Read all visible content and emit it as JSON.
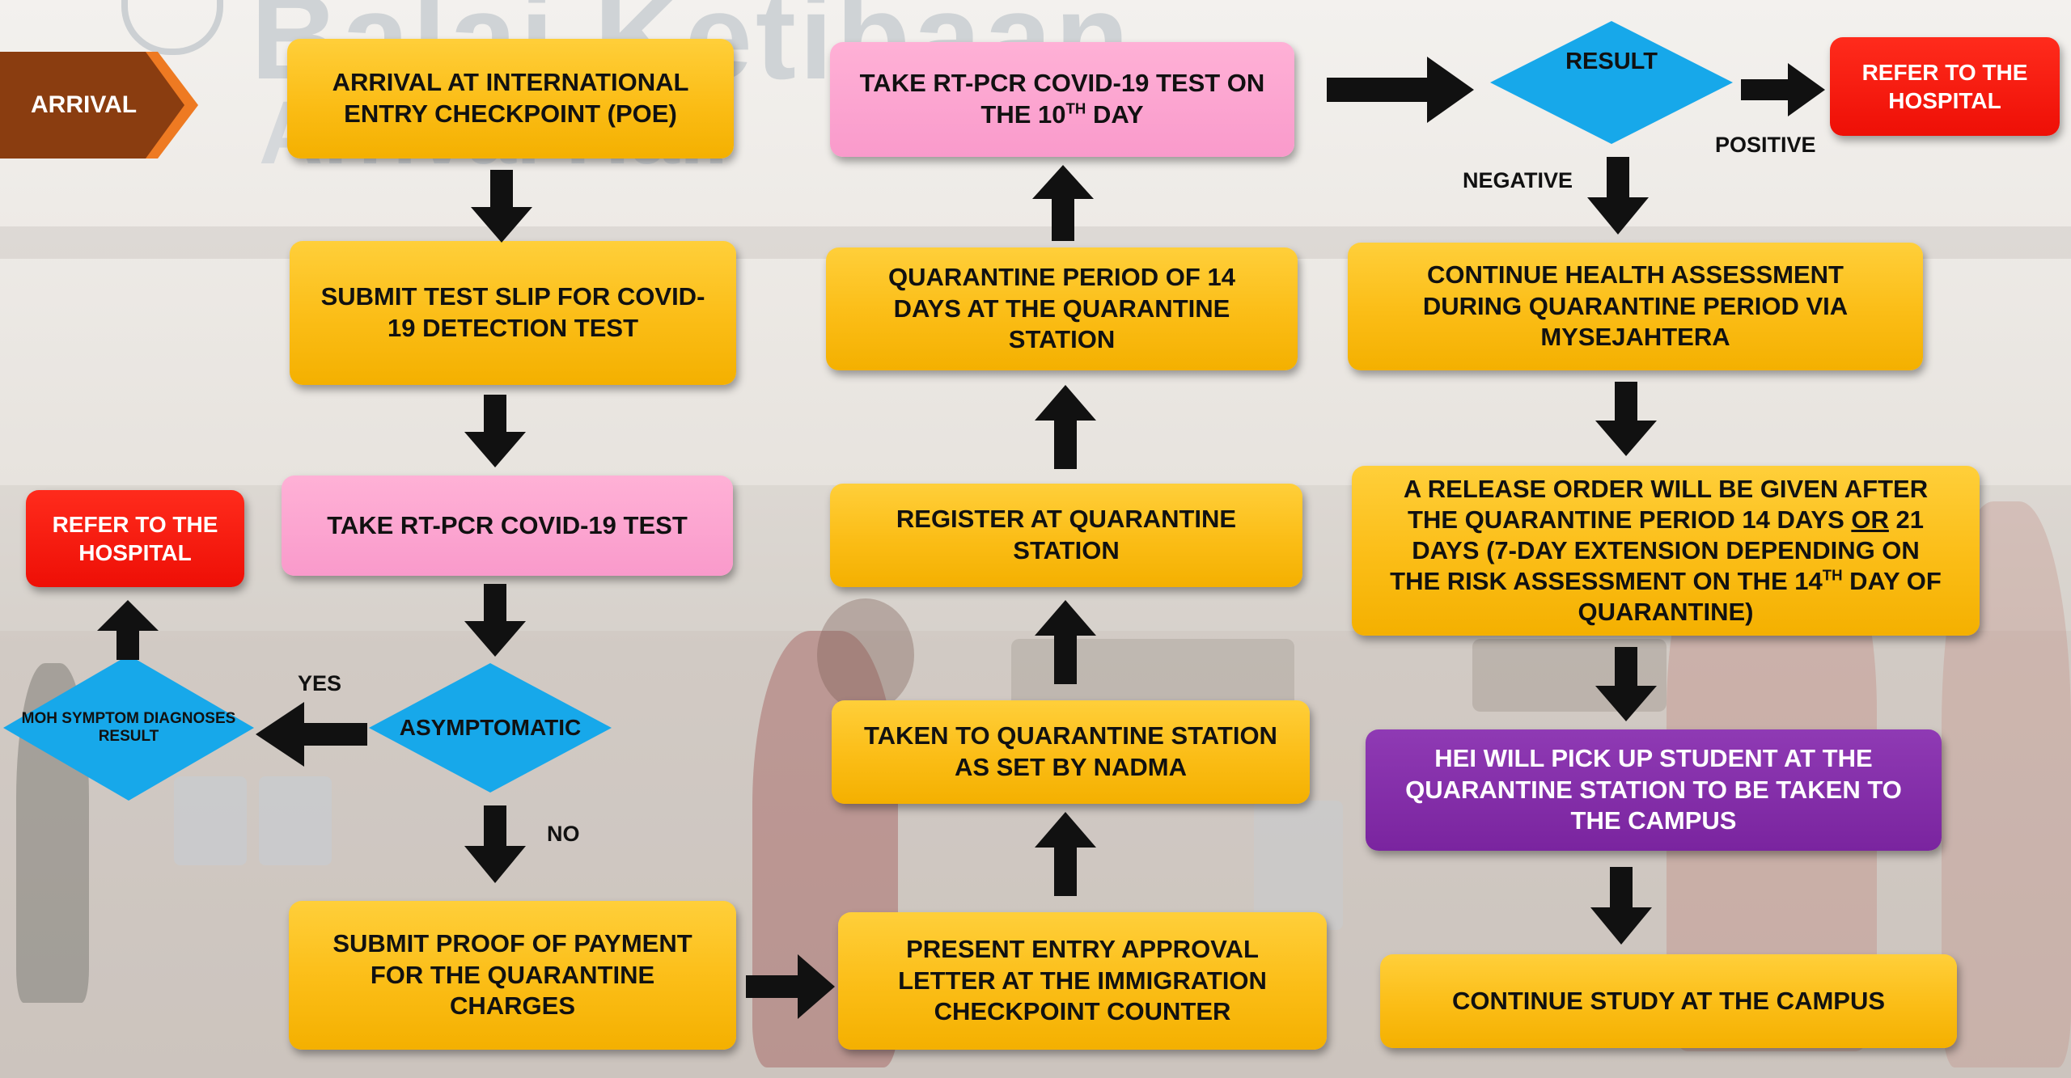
{
  "background": {
    "sign_line1": "Balai Ketibaan",
    "sign_line2": "Arrival Hall"
  },
  "arrival_tag": "ARRIVAL",
  "left_column": {
    "box_poe": [
      "ARRIVAL AT INTERNATIONAL",
      "ENTRY CHECKPOINT (POE)"
    ],
    "box_slip": [
      "SUBMIT TEST SLIP FOR COVID-",
      "19 DETECTION TEST"
    ],
    "box_rtpcr": "TAKE RT-PCR COVID-19 TEST",
    "diamond_asymptomatic": "ASYMPTOMATIC",
    "label_yes": "YES",
    "label_no": "NO",
    "diamond_moh": [
      "MOH",
      "SYMPTOM",
      "DIAGNOSES",
      "RESULT"
    ],
    "refer_hospital_left": [
      "REFER TO THE",
      "HOSPITAL"
    ],
    "box_payment": [
      "SUBMIT PROOF OF PAYMENT",
      "FOR THE QUARANTINE",
      "CHARGES"
    ]
  },
  "middle_column": {
    "box_entry": [
      "PRESENT ENTRY APPROVAL",
      "LETTER AT THE IMMIGRATION",
      "CHECKPOINT COUNTER"
    ],
    "box_taken": [
      "TAKEN TO QUARANTINE STATION",
      "AS SET BY NADMA"
    ],
    "box_register": [
      "REGISTER AT QUARANTINE",
      "STATION"
    ],
    "box_period": [
      "QUARANTINE PERIOD OF 14",
      "DAYS AT THE QUARANTINE",
      "STATION"
    ],
    "box_10th_line1": "TAKE RT-PCR COVID-19 TEST ON",
    "box_10th_pre": "THE 10",
    "box_10th_sup": "TH",
    "box_10th_post": " DAY"
  },
  "right_column": {
    "diamond_result": "RESULT",
    "label_positive": "POSITIVE",
    "label_negative": "NEGATIVE",
    "refer_hospital_right": [
      "REFER TO THE",
      "HOSPITAL"
    ],
    "box_health": [
      "CONTINUE HEALTH ASSESSMENT",
      "DURING QUARANTINE PERIOD VIA",
      "MYSEJAHTERA"
    ],
    "release": {
      "l1": "A RELEASE ORDER WILL BE GIVEN AFTER",
      "l2_pre": "THE QUARANTINE PERIOD 14 DAYS ",
      "l2_or": "OR",
      "l2_post": " 21",
      "l3": "DAYS (7-DAY EXTENSION DEPENDING ON",
      "l4_pre": "THE RISK ASSESSMENT ON THE 14",
      "l4_sup": "TH",
      "l4_post": " DAY OF",
      "l5": "QUARANTINE)"
    },
    "box_hei": [
      "HEI WILL PICK UP STUDENT AT THE",
      "QUARANTINE STATION TO BE TAKEN TO",
      "THE CAMPUS"
    ],
    "box_study": "CONTINUE STUDY AT THE CAMPUS"
  },
  "colors": {
    "yellow": "#fbbd16",
    "pink": "#f99acb",
    "red": "#ee0f06",
    "purple": "#7a249f",
    "diamond_blue": "#17a8ea",
    "arrival_brown": "#8a3d10",
    "arrival_orange": "#ee7a22",
    "arrow": "#111111"
  }
}
